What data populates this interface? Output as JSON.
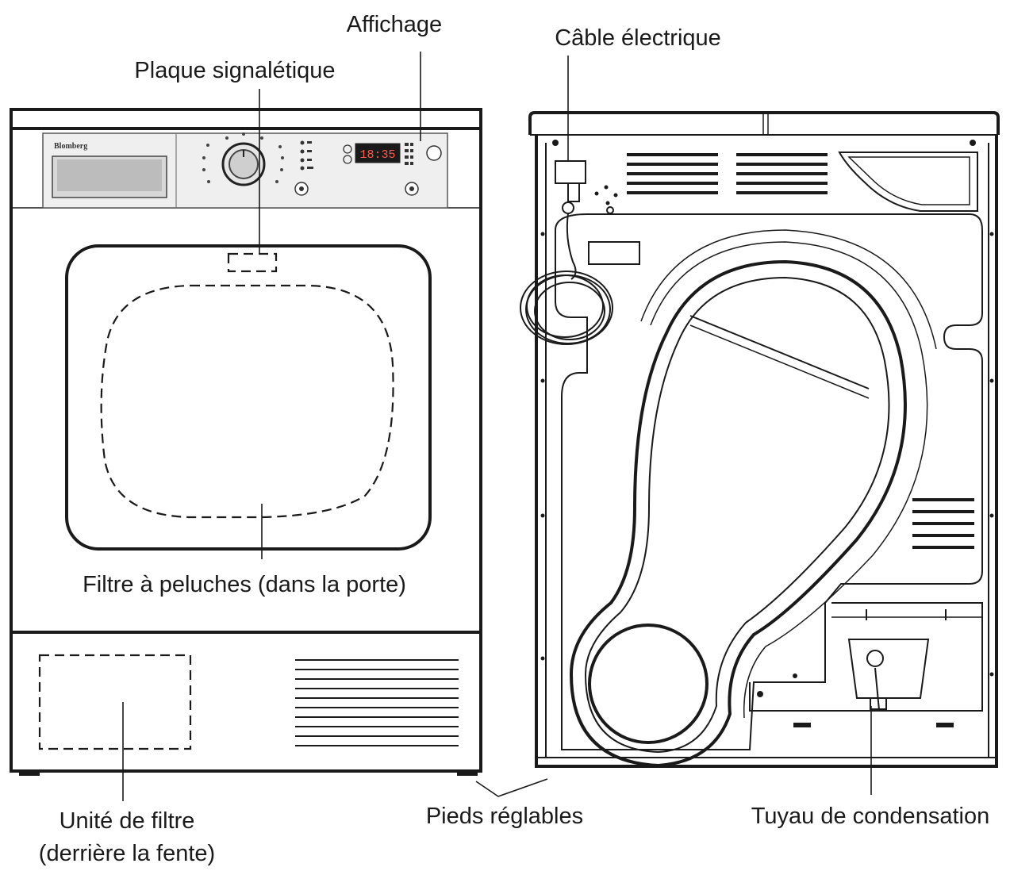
{
  "labels": {
    "affichage": "Affichage",
    "plaque": "Plaque signalétique",
    "cable": "Câble électrique",
    "filtre_peluches": "Filtre à peluches (dans la porte)",
    "unite_filtre_1": "Unité de filtre",
    "unite_filtre_2": "(derrière la fente)",
    "pieds": "Pieds réglables",
    "tuyau": "Tuyau de condensation"
  },
  "panel": {
    "brand": "Blomberg",
    "display_time": "18:35"
  }
}
